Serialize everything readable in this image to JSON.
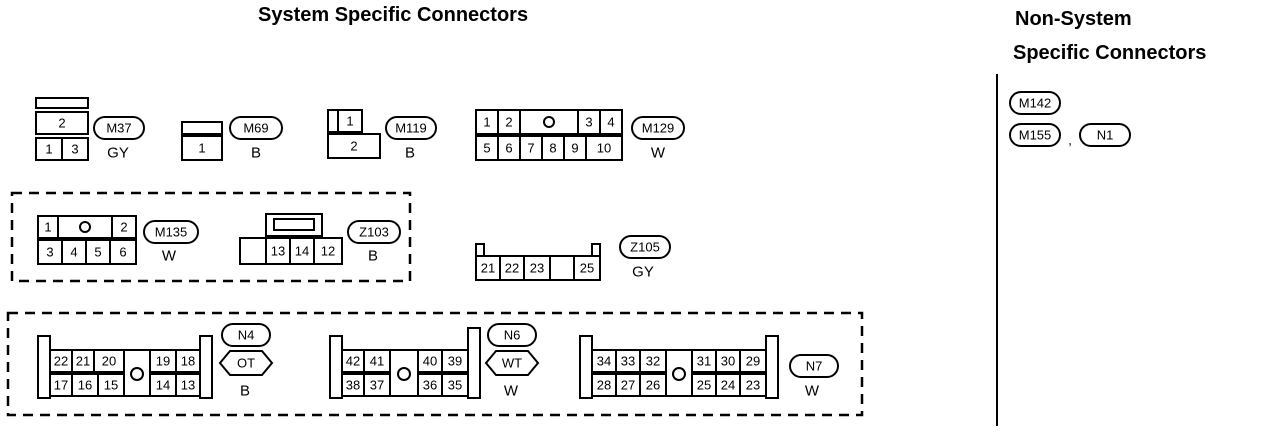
{
  "titles": {
    "system": "System Specific Connectors",
    "nonsystem_line1": "Non-System",
    "nonsystem_line2": "Specific Connectors"
  },
  "system_connectors": [
    {
      "id": "M37",
      "color": "GY",
      "pins": [
        "2",
        "1",
        "3"
      ]
    },
    {
      "id": "M69",
      "color": "B",
      "pins": [
        "1"
      ]
    },
    {
      "id": "M119",
      "color": "B",
      "pins": [
        "1",
        "2"
      ]
    },
    {
      "id": "M129",
      "color": "W",
      "pins": [
        "1",
        "2",
        "3",
        "4",
        "5",
        "6",
        "7",
        "8",
        "9",
        "10"
      ]
    },
    {
      "id": "M135",
      "color": "W",
      "pins": [
        "1",
        "2",
        "3",
        "4",
        "5",
        "6"
      ]
    },
    {
      "id": "Z103",
      "color": "B",
      "pins": [
        "13",
        "14",
        "12"
      ]
    },
    {
      "id": "Z105",
      "color": "GY",
      "pins": [
        "21",
        "22",
        "23",
        "25"
      ]
    },
    {
      "id": "N4",
      "color": "B",
      "tag": "OT",
      "pins": [
        "22",
        "21",
        "20",
        "19",
        "18",
        "17",
        "16",
        "15",
        "14",
        "13"
      ]
    },
    {
      "id": "N6",
      "color": "W",
      "tag": "WT",
      "pins": [
        "42",
        "41",
        "40",
        "39",
        "38",
        "37",
        "36",
        "35"
      ]
    },
    {
      "id": "N7",
      "color": "W",
      "pins": [
        "34",
        "33",
        "32",
        "31",
        "30",
        "29",
        "28",
        "27",
        "26",
        "25",
        "24",
        "23"
      ]
    }
  ],
  "nonsystem_connectors": {
    "row1": [
      "M142"
    ],
    "row2": [
      "M155",
      "N1"
    ],
    "separator": ","
  }
}
